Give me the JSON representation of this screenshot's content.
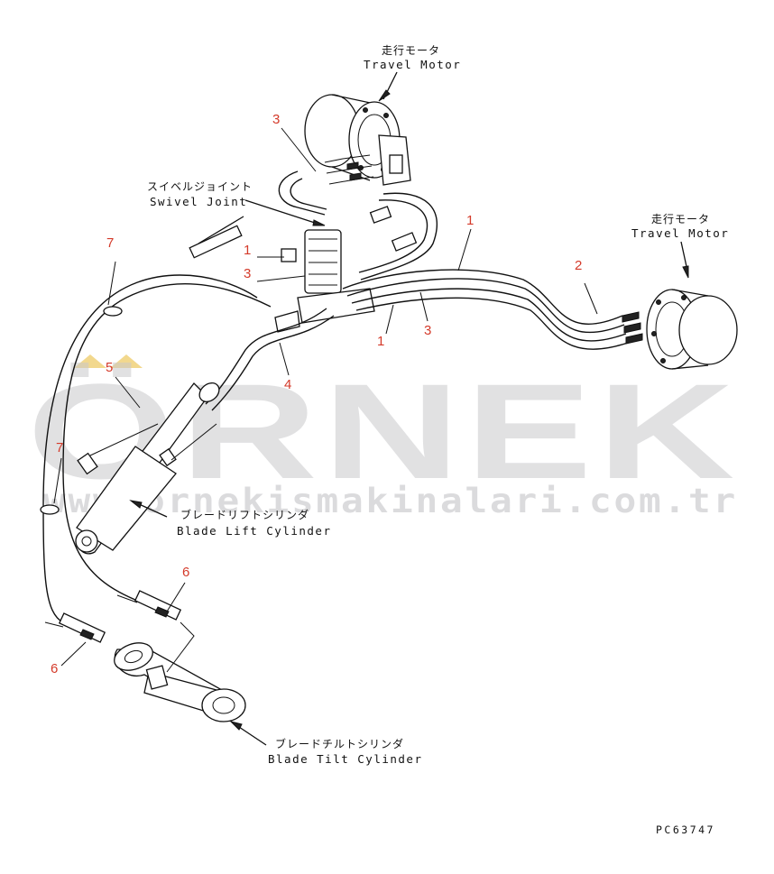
{
  "labels": {
    "travel_motor_top_jp": "走行モータ",
    "travel_motor_top_en": "Travel Motor",
    "travel_motor_right_jp": "走行モータ",
    "travel_motor_right_en": "Travel Motor",
    "swivel_joint_jp": "スイベルジョイント",
    "swivel_joint_en": "Swivel Joint",
    "blade_lift_jp": "ブレードリフトシリンダ",
    "blade_lift_en": "Blade Lift Cylinder",
    "blade_tilt_jp": "ブレードチルトシリンダ",
    "blade_tilt_en": "Blade Tilt Cylinder"
  },
  "callouts": [
    "3",
    "1",
    "7",
    "1",
    "3",
    "2",
    "1",
    "3",
    "5",
    "4",
    "7",
    "6",
    "6"
  ],
  "drawing_code": "PC63747",
  "watermark": {
    "brand": "ÖRNEK",
    "url": "www.ornekismakinalari.com.tr"
  },
  "colors": {
    "callout": "#d43a2a",
    "watermark": "#c9c9cc",
    "watermark_accent": "#e8b830"
  }
}
